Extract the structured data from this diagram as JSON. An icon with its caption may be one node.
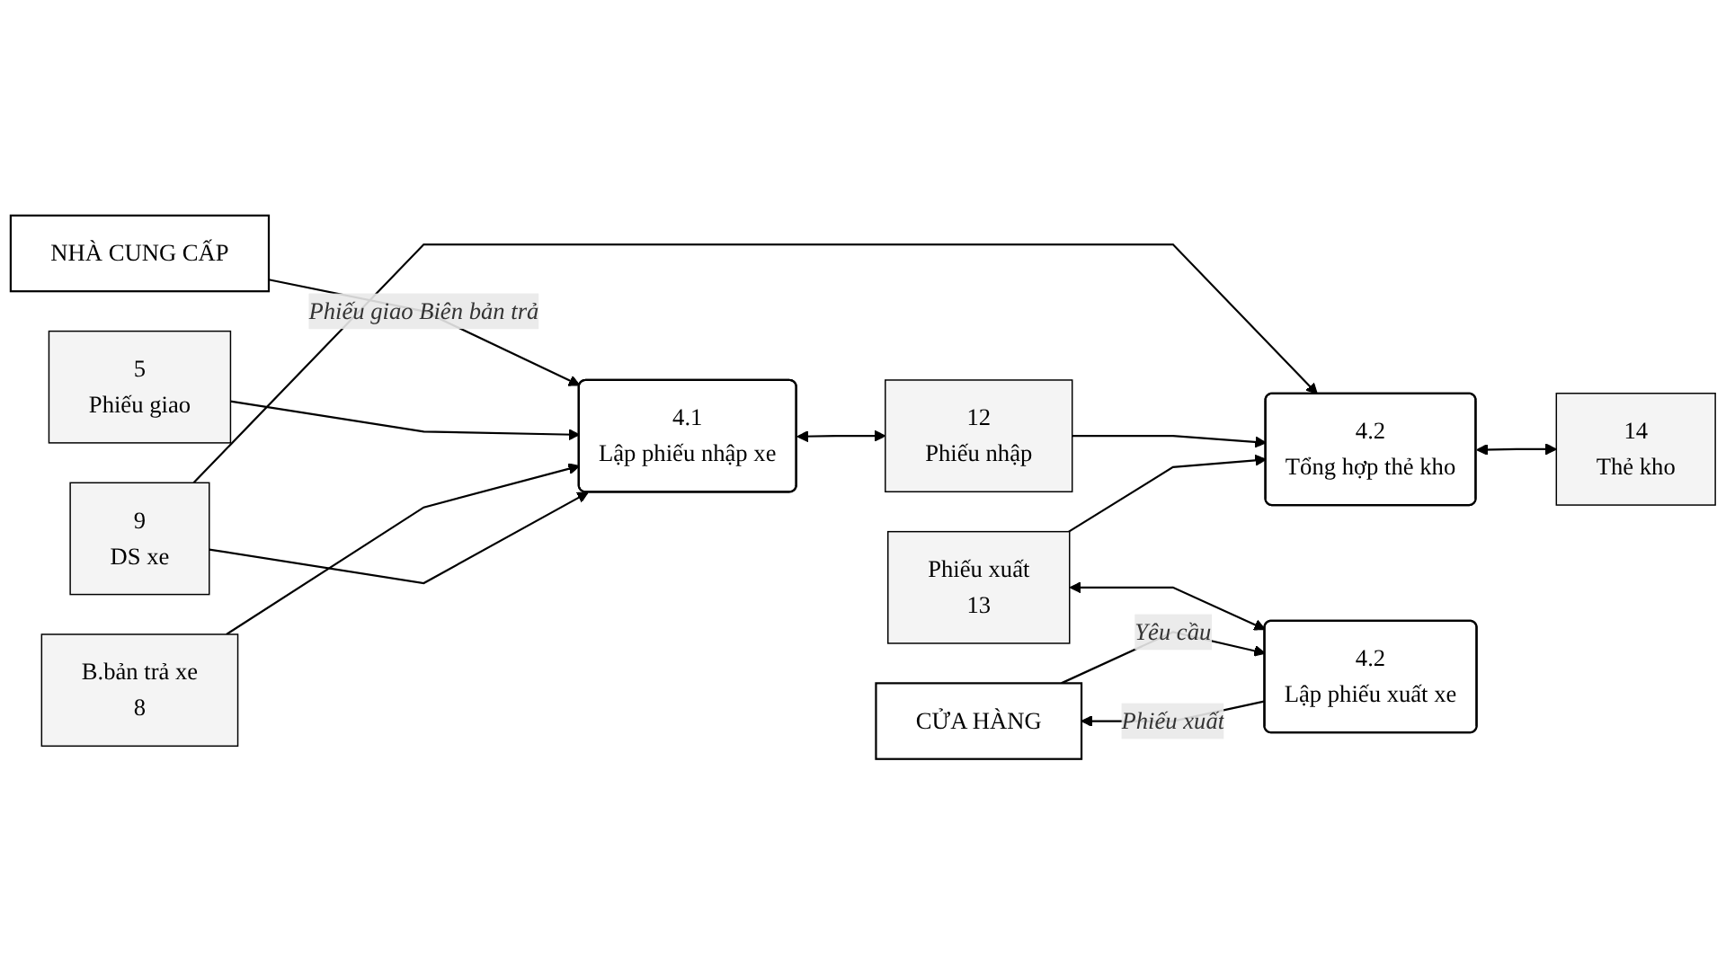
{
  "diagram": {
    "nodes": [
      {
        "text": [
          "NHÀ CUNG CẤP"
        ]
      },
      {
        "text": [
          "4.1",
          "Lập phiếu nhập xe"
        ]
      },
      {
        "text": [
          "5",
          "Phiếu giao"
        ]
      },
      {
        "text": [
          "B.bản trả xe",
          "8"
        ]
      },
      {
        "text": [
          "9",
          "DS xe"
        ]
      },
      {
        "text": [
          "12",
          "Phiếu nhập"
        ]
      },
      {
        "text": [
          "CỬA HÀNG"
        ]
      },
      {
        "text": [
          "Phiếu xuất",
          "13"
        ]
      },
      {
        "text": [
          "4.2",
          "Tổng hợp thẻ kho"
        ]
      },
      {
        "text": [
          "14",
          "Thẻ kho"
        ]
      },
      {
        "text": [
          "4.2",
          "Lập phiếu xuất xe"
        ]
      }
    ],
    "edges": [
      {
        "from": 0,
        "to": 1,
        "arrow": "to",
        "label": "Phiếu giao Biên bản trả"
      },
      {
        "from": 2,
        "to": 1,
        "arrow": "to"
      },
      {
        "from": 3,
        "to": 1,
        "arrow": "to"
      },
      {
        "from": 4,
        "to": 1,
        "arrow": "to"
      },
      {
        "from": 1,
        "to": 5,
        "arrow": "both"
      },
      {
        "from": 4,
        "to": 8,
        "arrow": "to"
      },
      {
        "from": 5,
        "to": 8,
        "arrow": "to"
      },
      {
        "from": 7,
        "to": 8,
        "arrow": "to"
      },
      {
        "from": 8,
        "to": 9,
        "arrow": "both"
      },
      {
        "from": 7,
        "to": 10,
        "arrow": "both"
      },
      {
        "from": 6,
        "to": 10,
        "arrow": "to",
        "label": "Yêu cầu"
      },
      {
        "from": 10,
        "to": 6,
        "arrow": "to",
        "label": "Phiếu xuất"
      }
    ]
  }
}
